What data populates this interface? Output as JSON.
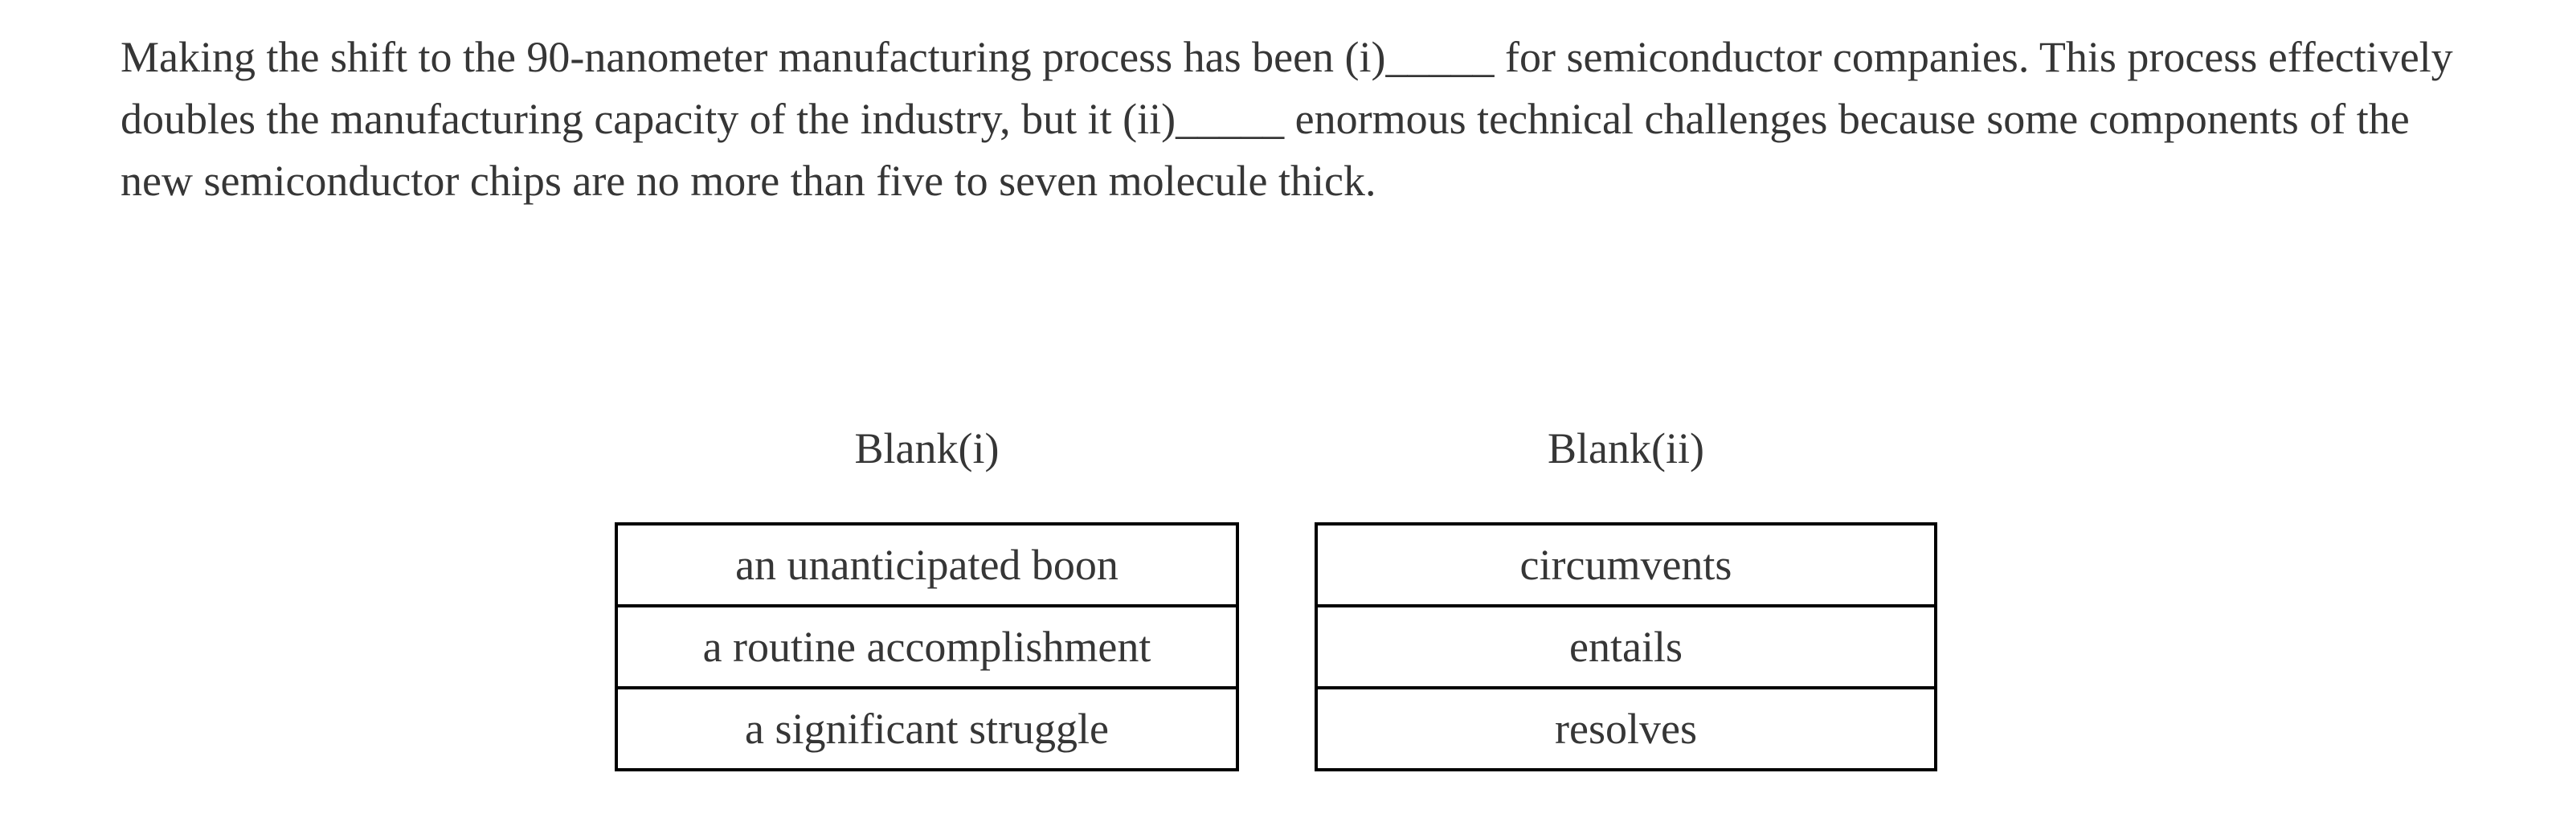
{
  "passage": {
    "lines": [
      "Making the shift to the 90-nanometer manufacturing process has been (i)_____ for semiconductor companies. This process effectively",
      "doubles the manufacturing capacity of the industry, but it (ii)_____ enormous technical challenges because some components of the",
      "new semiconductor chips are no more than five to seven molecule thick."
    ]
  },
  "blanks": [
    {
      "label": "Blank(i)",
      "options": [
        "an unanticipated boon",
        "a routine accomplishment",
        "a significant struggle"
      ]
    },
    {
      "label": "Blank(ii)",
      "options": [
        "circumvents",
        "entails",
        "resolves"
      ]
    }
  ],
  "colors": {
    "text": "#363636",
    "table_border": "#000000",
    "background": "#ffffff"
  }
}
